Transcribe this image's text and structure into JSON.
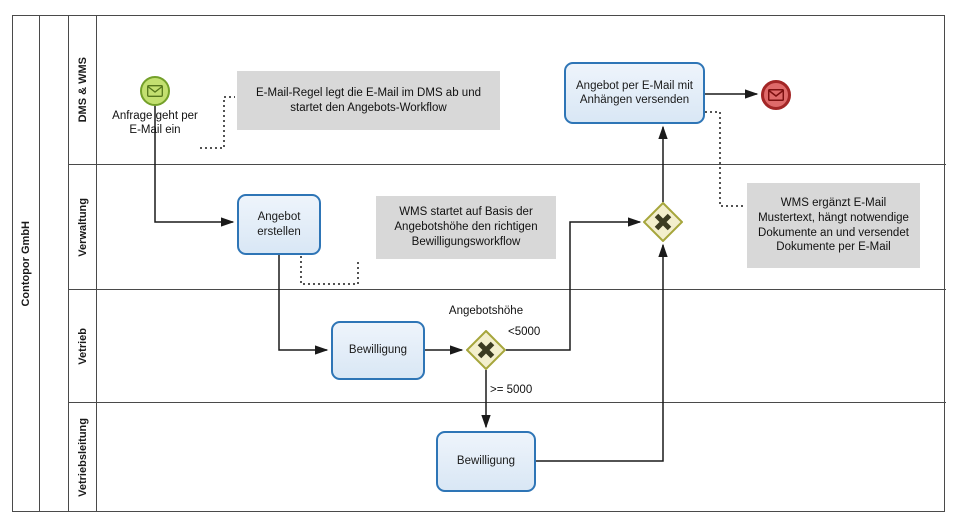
{
  "pool": {
    "label": "Contopor GmbH"
  },
  "lanes": [
    {
      "label": "DMS & WMS"
    },
    {
      "label": "Verwaltung"
    },
    {
      "label": "Vetrieb"
    },
    {
      "label": "Vetriebsleitung"
    }
  ],
  "events": {
    "start": {
      "label": "Anfrage geht per E-Mail ein",
      "icon": "envelope-icon"
    },
    "end": {
      "icon": "envelope-icon"
    }
  },
  "tasks": {
    "erstellen": {
      "label": "Angebot erstellen"
    },
    "bewilligung_vertrieb": {
      "label": "Bewilligung"
    },
    "bewilligung_leitung": {
      "label": "Bewilligung"
    },
    "versenden": {
      "label": "Angebot per E-Mail mit Anhängen versenden"
    }
  },
  "gateways": {
    "split": {
      "icon": "exclusive-gateway-x-icon",
      "label_title": "Angebotshöhe",
      "label_less": "<5000",
      "label_greater": ">= 5000"
    },
    "merge": {
      "icon": "exclusive-gateway-x-icon"
    }
  },
  "annotations": {
    "dms": "E-Mail-Regel legt die E-Mail im DMS ab und startet den Angebots-Workflow",
    "wms_start": "WMS startet auf Basis der Angebotshöhe den richtigen Bewilligungsworkflow",
    "wms_send": "WMS ergänzt E-Mail Mustertext, hängt notwendige Dokumente an und versendet Dokumente per E-Mail"
  },
  "colors": {
    "task_border": "#2e75b6",
    "task_fill": "#d9e7f5",
    "annotation_fill": "#d8d8d8",
    "start_border": "#74a02a",
    "start_fill": "#c3e070",
    "end_border": "#a32626",
    "end_fill": "#df6a6a",
    "gateway_border": "#a6a63c",
    "gateway_fill": "#f3efcd",
    "line": "#1a1a1a"
  }
}
